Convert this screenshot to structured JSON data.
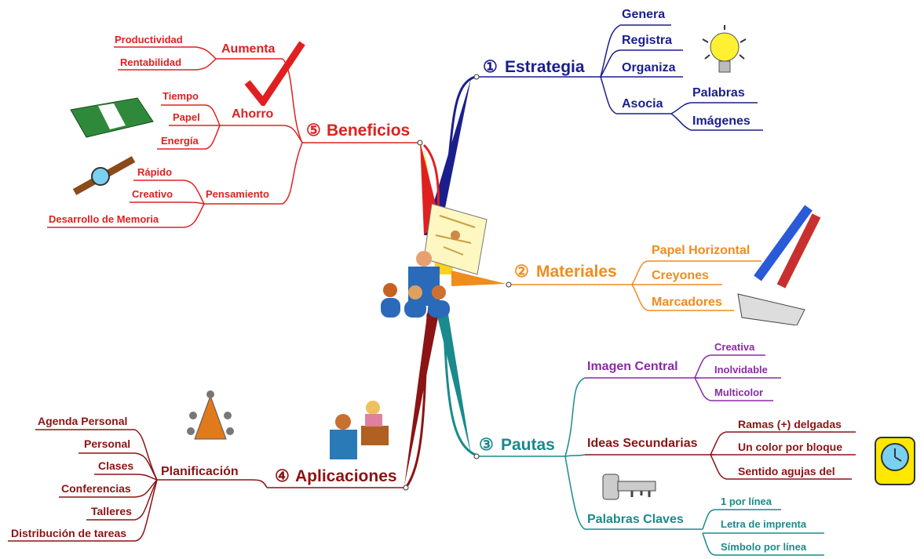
{
  "branches": {
    "estrategia": {
      "num": "①",
      "title": "Estrategia",
      "genera": "Genera",
      "registra": "Registra",
      "organiza": "Organiza",
      "asocia": "Asocia",
      "palabras": "Palabras",
      "imagenes": "Imágenes"
    },
    "materiales": {
      "num": "②",
      "title": "Materiales",
      "items": [
        "Papel Horizontal",
        "Creyones",
        "Marcadores"
      ]
    },
    "pautas": {
      "num": "③",
      "title": "Pautas",
      "imagen_central": {
        "label": "Imagen Central",
        "items": [
          "Creativa",
          "Inolvidable",
          "Multicolor"
        ]
      },
      "ideas_secundarias": {
        "label": "Ideas Secundarias",
        "items": [
          "Ramas  (+) delgadas",
          "Un color por bloque",
          "Sentido agujas del"
        ]
      },
      "palabras_claves": {
        "label": "Palabras Claves",
        "items": [
          "1 por línea",
          "Letra de imprenta",
          "Símbolo por línea"
        ]
      }
    },
    "aplicaciones": {
      "num": "④",
      "title": "Aplicaciones",
      "planificacion": "Planificación",
      "items": [
        "Agenda Personal",
        "Personal",
        "Clases",
        "Conferencias",
        "Talleres",
        "Distribución de tareas"
      ]
    },
    "beneficios": {
      "num": "⑤",
      "title": "Beneficios",
      "aumenta": {
        "label": "Aumenta",
        "items": [
          "Productividad",
          "Rentabilidad"
        ]
      },
      "ahorro": {
        "label": "Ahorro",
        "items": [
          "Tiempo",
          "Papel",
          "Energía"
        ]
      },
      "pensamiento": {
        "label": "Pensamiento",
        "items": [
          "Rápido",
          "Creativo",
          "Desarrollo de Memoria"
        ]
      }
    }
  },
  "colors": {
    "estrategia": "#1a1f8c",
    "materiales": "#f08c1e",
    "pautas": "#1a8a8c",
    "aplicaciones": "#8b1414",
    "beneficios": "#e02020",
    "pautas_sub": "#8a2aa6"
  },
  "icons": [
    "lightbulb-icon",
    "pencils-icon",
    "clock-icon",
    "key-icon",
    "audience-icon",
    "checkmark-icon",
    "money-icon",
    "watch-icon",
    "meeting-icon",
    "conference-icon"
  ]
}
